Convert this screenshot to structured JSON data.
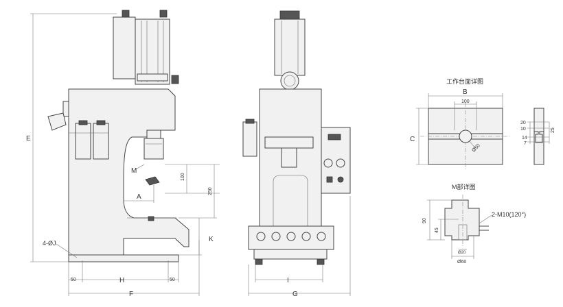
{
  "front_view": {
    "dim_E": "E",
    "dim_F": "F",
    "dim_H": "H",
    "dim_A": "A",
    "dim_K": "K",
    "dim_M": "M",
    "dim_50_left": "50",
    "dim_50_right": "50",
    "dim_100": "100",
    "dim_250": "250",
    "hole_note": "4-ØJ"
  },
  "side_view": {
    "dim_G": "G",
    "dim_I": "I"
  },
  "table_detail": {
    "title": "工作台面详图",
    "dim_B": "B",
    "dim_C": "C",
    "dim_100": "100",
    "slot_dia": "Ø50",
    "dim_20": "20",
    "dim_10": "10",
    "dim_14": "14",
    "dim_7": "7",
    "dim_25": "25"
  },
  "m_detail": {
    "title": "M部详图",
    "dim_90": "90",
    "dim_45": "45",
    "dim_bore": "Ø20",
    "dim_60": "Ø60",
    "thread_note": "2-M10(120°)"
  }
}
